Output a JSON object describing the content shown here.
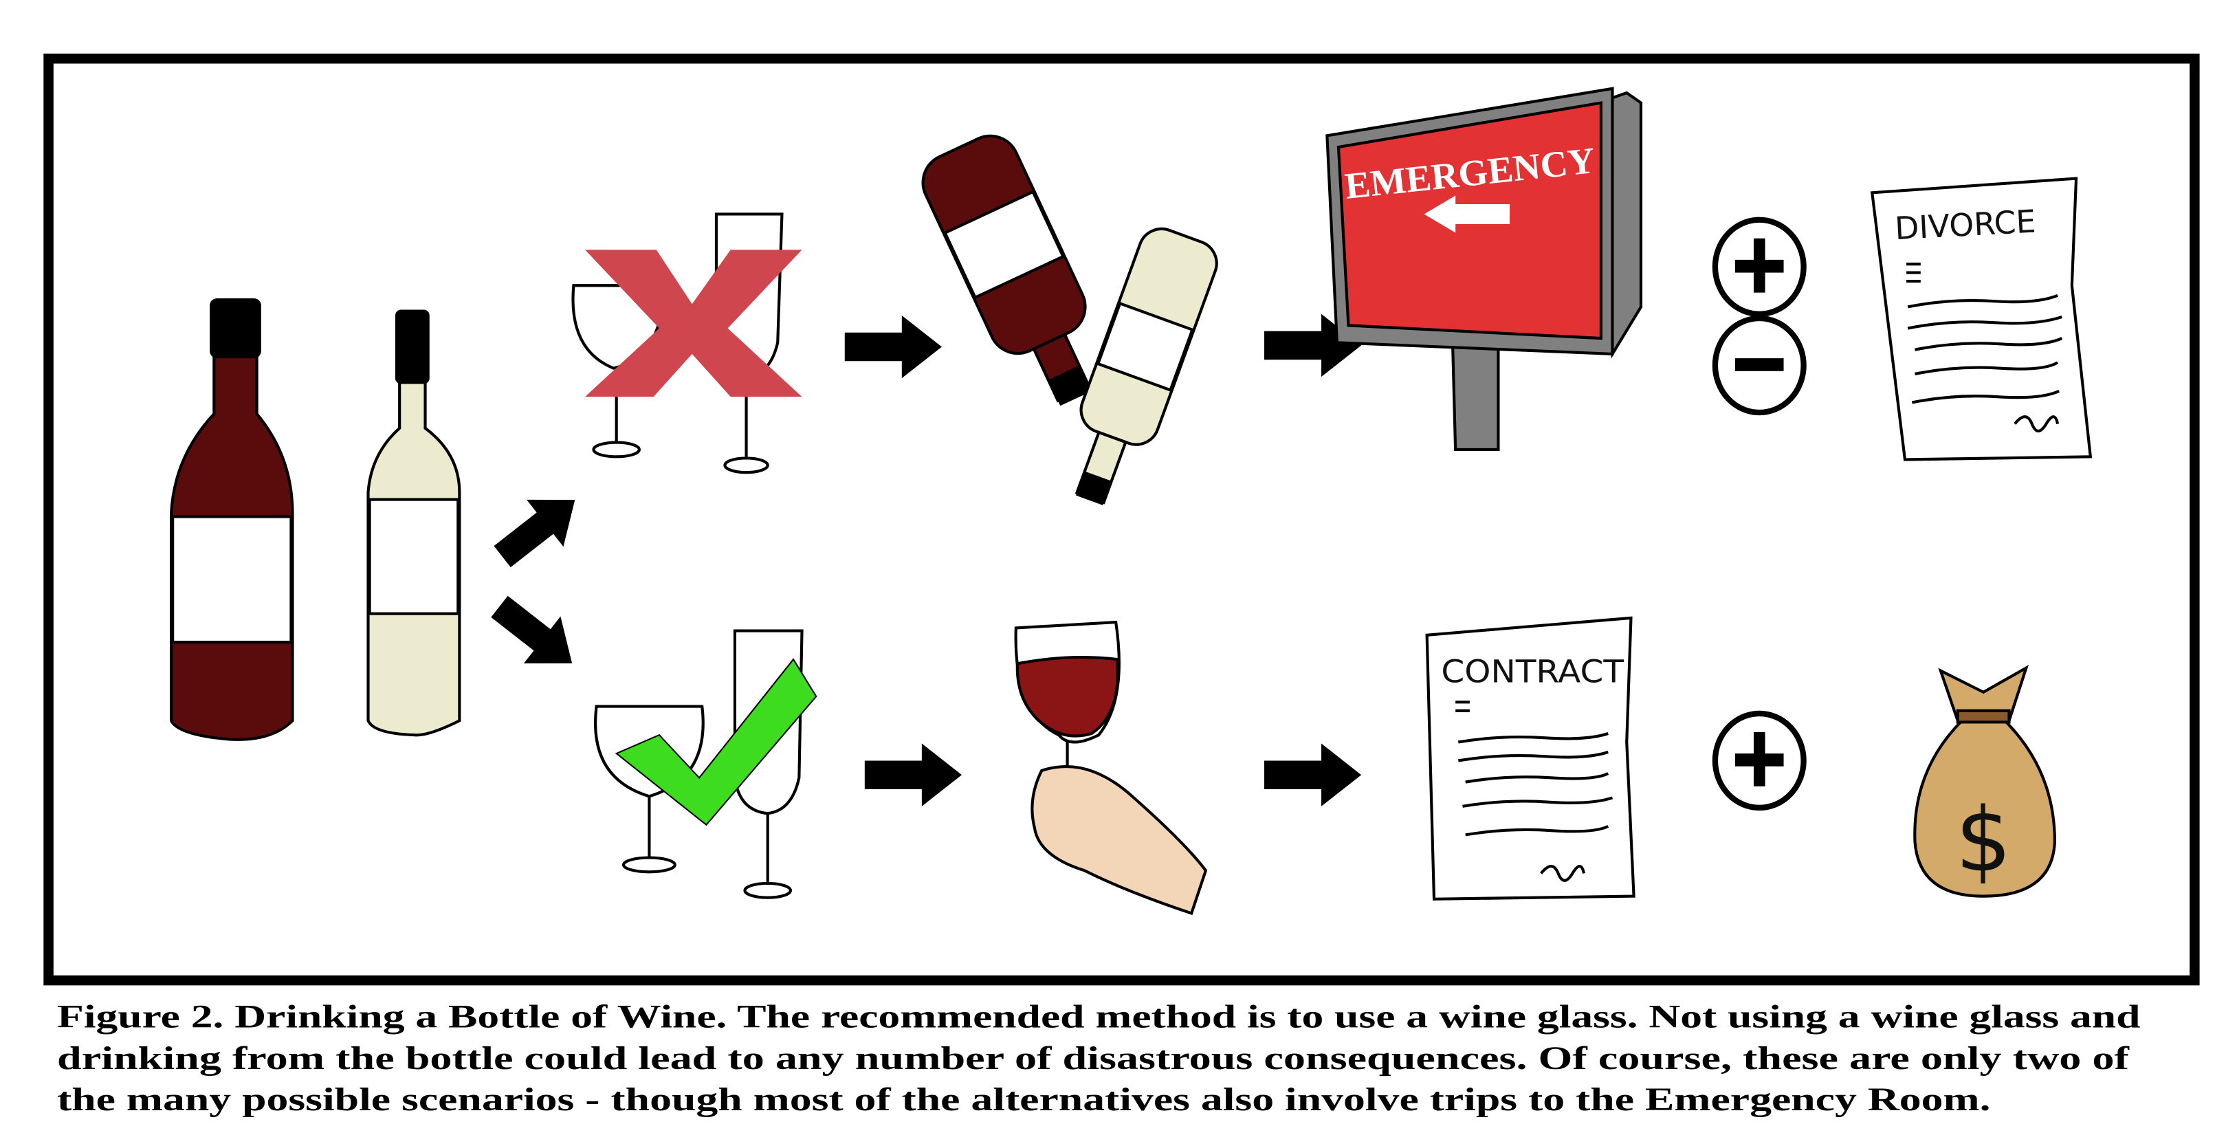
{
  "sign": {
    "text": "EMERGENCY"
  },
  "divorce": {
    "title": "DIVORCE"
  },
  "contract": {
    "title": "CONTRACT"
  },
  "moneybag": {
    "symbol": "$"
  },
  "caption": {
    "lines": [
      "Figure 2. Drinking a Bottle of Wine. The recommended method is to use a wine glass. Not using a wine glass and",
      "drinking from the bottle could lead to any number of disastrous consequences. Of course, these are only two of",
      "the many possible scenarios - though most of the alternatives also involve trips to the Emergency Room."
    ]
  },
  "colors": {
    "red_wine": "#5a0c0c",
    "white_wine": "#ecebcf",
    "sign_red": "#e33234",
    "x_red": "#d0464e",
    "check_green": "#3ddc1e",
    "bag": "#d4aa6a",
    "skin": "#f3d6b8"
  }
}
